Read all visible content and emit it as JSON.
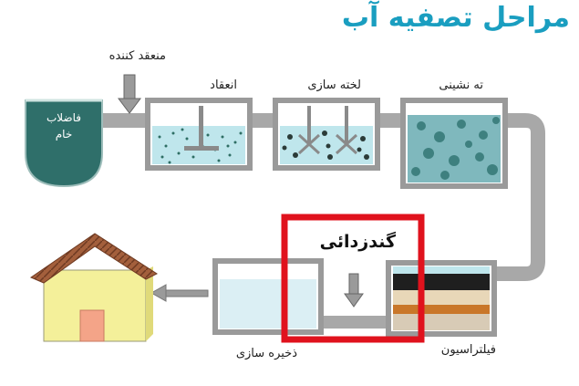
{
  "title": "مراحل تصفیه آب",
  "labels": {
    "coagulant": "منعقد کننده",
    "coagulation": "انعقاد",
    "flocculation": "لخته سازی",
    "sedimentation": "ته نشینی",
    "raw_line1": "فاضلاب",
    "raw_line2": "خام",
    "disinfection": "گندزدائی",
    "storage": "ذخیره سازی",
    "filtration": "فیلتراسیون"
  },
  "colors": {
    "title": "#1a9ec0",
    "raw_tank": "#2f6f6a",
    "pipe": "#9a9a9a",
    "water": "#bfe6ec",
    "highlight": "#e0121d",
    "house_wall": "#f4f09a",
    "house_roof": "#9a5a3a",
    "door": "#f4a488"
  }
}
